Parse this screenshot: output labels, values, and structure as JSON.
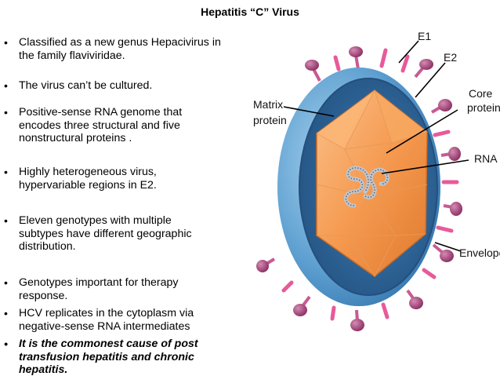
{
  "title": "Hepatitis “C” Virus",
  "bullets": [
    {
      "lines": [
        "Classified as a new genus Hepacivirus in",
        "the family flaviviridae."
      ]
    },
    {
      "lines": [
        "The virus can’t be cultured."
      ]
    },
    {
      "lines": [
        "Positive-sense RNA genome that",
        "encodes three structural and five",
        "nonstructural proteins ."
      ]
    },
    {
      "lines": [
        "Highly heterogeneous virus,",
        "hypervariable regions in E2."
      ]
    },
    {
      "lines": [
        "Eleven genotypes with multiple",
        "subtypes have different geographic",
        "distribution."
      ]
    },
    {
      "lines": [
        "Genotypes important for therapy",
        "response."
      ]
    },
    {
      "lines": [
        "HCV replicates in the cytoplasm via",
        "negative-sense RNA intermediates"
      ]
    },
    {
      "lines": [
        "It is the commonest cause of post",
        "transfusion hepatitis and chronic",
        "hepatitis."
      ]
    }
  ],
  "diagram": {
    "labels": {
      "e1": "E1",
      "e2": "E2",
      "core_line1": "Core",
      "core_line2": "protein",
      "matrix_line1": "Matrix",
      "matrix_line2": "protein",
      "rna": "RNA",
      "envelope": "Envelope"
    }
  },
  "colors": {
    "outer_blue": "#5d9fd0",
    "inner_blue": "#2c5f8f",
    "capsid_orange": "#f59a50",
    "capsid_light": "#fbc08a",
    "spike_e1": "#9c3d72",
    "spike_e2": "#e85a9a"
  }
}
